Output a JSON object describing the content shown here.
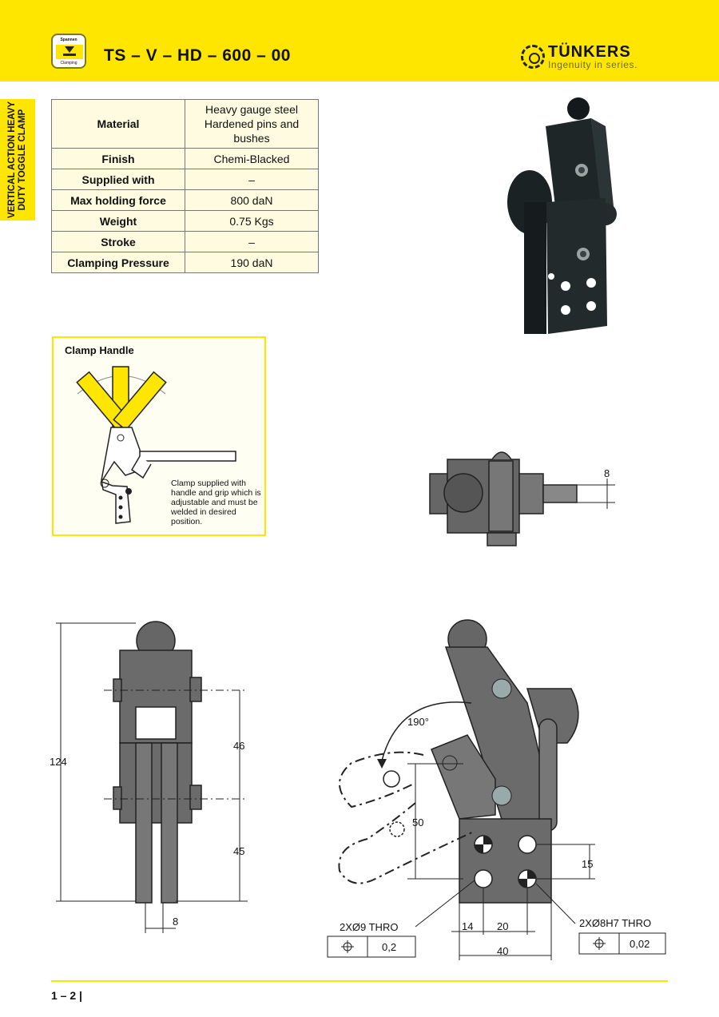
{
  "header": {
    "title": "TS – V – HD – 600 – 00",
    "badge_top": "Spannen",
    "badge_bottom": "Clamping",
    "logo_brand": "TÜNKERS",
    "logo_tagline": "Ingenuity in series.",
    "accent_color": "#ffe600"
  },
  "side_tab": {
    "line1": "VERTICAL ACTION HEAVY",
    "line2": "DUTY TOGGLE CLAMP"
  },
  "specs": [
    {
      "key": "Material",
      "value_lines": [
        "Heavy gauge steel",
        "Hardened pins and bushes"
      ]
    },
    {
      "key": "Finish",
      "value": "Chemi-Blacked"
    },
    {
      "key": "Supplied with",
      "value": "–"
    },
    {
      "key": "Max holding force",
      "value": "800 daN"
    },
    {
      "key": "Weight",
      "value": "0.75 Kgs"
    },
    {
      "key": "Stroke",
      "value": "–"
    },
    {
      "key": "Clamping Pressure",
      "value": "190 daN"
    }
  ],
  "clamp_handle": {
    "title": "Clamp Handle",
    "note": "Clamp supplied with handle and grip which is adjustable and must be welded in desired position."
  },
  "drawings": {
    "top_dim": "8",
    "front": {
      "overall_height": "124",
      "upper": "46",
      "lower": "45",
      "width": "8"
    },
    "side": {
      "angle": "190°",
      "stroke_dim": "50",
      "hole_spacing_v": "15",
      "hole_offset": "14",
      "hole_spacing_h": "20",
      "base_width": "40",
      "hole_left": "2XØ9 THRO",
      "hole_right": "2XØ8H7 THRO",
      "tol_left": "0,2",
      "tol_right": "0,02"
    }
  },
  "footer": {
    "page": "1 – 2  |"
  }
}
